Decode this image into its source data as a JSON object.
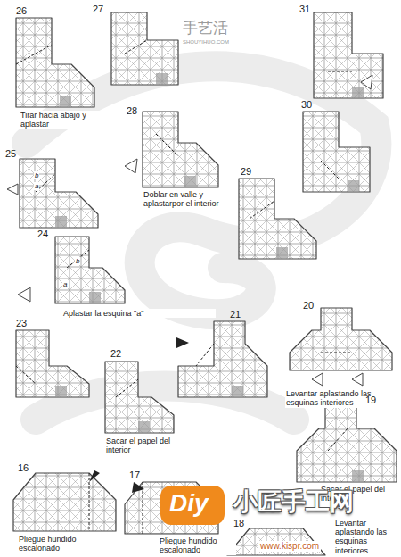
{
  "diagram": {
    "labels": [
      "26",
      "27",
      "手艺活",
      "SHOUYIHUO.COM",
      "31",
      "Tirar hacia abajo y aplastar",
      "28",
      "Doblar en valle y aplastarpor el interior",
      "30",
      "25",
      "b",
      "a",
      "29",
      "24",
      "b",
      "a",
      "Aplastar la esquina \"a\"",
      "20",
      "Levantar aplastando las esquinas interiores",
      "23",
      "22",
      "21",
      "Sacar el papel del interior",
      "19",
      "Sacar el papel del interior",
      "16",
      "Pliegue hundido escalonado",
      "17",
      "Pliegue hundido escalonado",
      "18",
      "Levantar aplastando las esquinas interiores",
      "Diy",
      "小匠手工网",
      "www.kispr.com"
    ]
  }
}
